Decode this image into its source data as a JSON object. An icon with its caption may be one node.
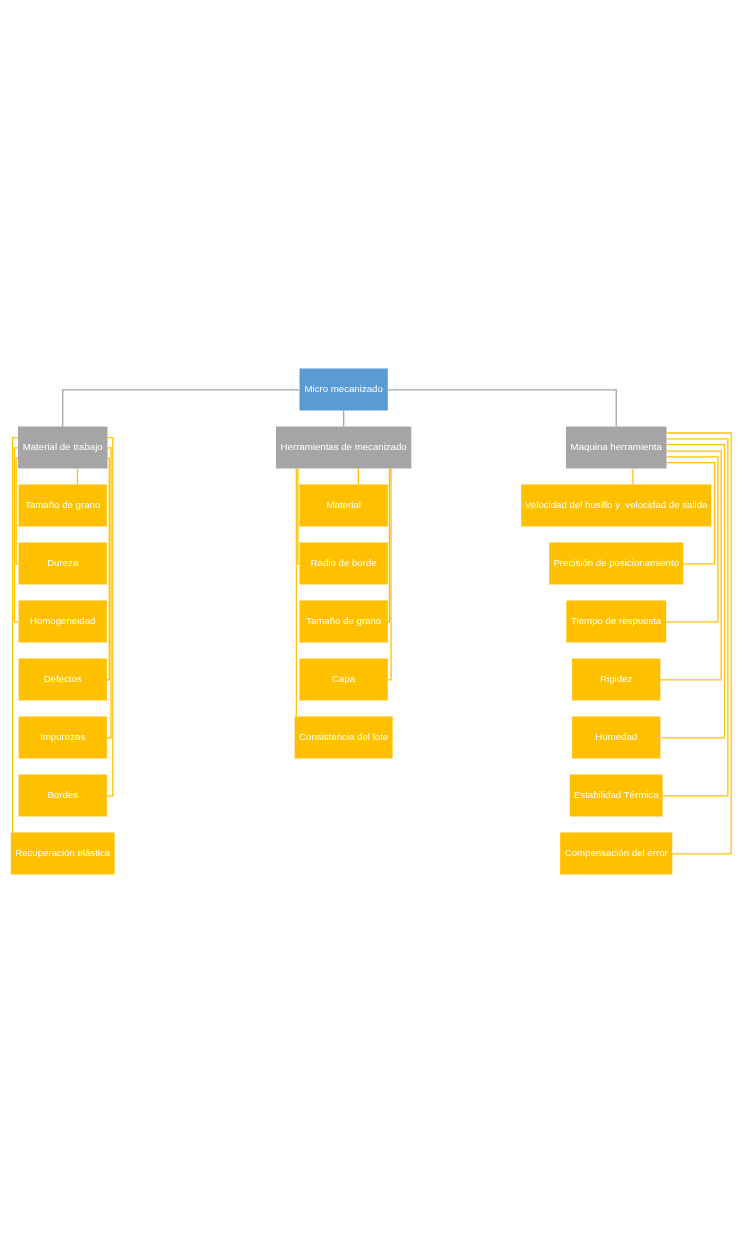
{
  "diagram": {
    "nodes": [
      {
        "text": [
          "Micro mecanizado"
        ]
      },
      {
        "text": [
          "Material de trabajo"
        ]
      },
      {
        "text": [
          "Herramientas de mecanizado"
        ]
      },
      {
        "text": [
          "Maquina herramienta"
        ]
      },
      {
        "text": [
          "Tamaño de grano"
        ]
      },
      {
        "text": [
          "Dureza"
        ]
      },
      {
        "text": [
          "Homogeneidad"
        ]
      },
      {
        "text": [
          "Defectos"
        ]
      },
      {
        "text": [
          "Impurezas"
        ]
      },
      {
        "text": [
          "Bordes"
        ]
      },
      {
        "text": [
          "Recuperación elástica"
        ]
      },
      {
        "text": [
          "Material"
        ]
      },
      {
        "text": [
          "Radio de borde"
        ]
      },
      {
        "text": [
          "Tamaño de grano"
        ]
      },
      {
        "text": [
          "Capa"
        ]
      },
      {
        "text": [
          "Consistencia del lote"
        ]
      },
      {
        "text": [
          "Velocidad del husillo y  velocidad de salida"
        ]
      },
      {
        "text": [
          "Precisión de posicionamiento"
        ]
      },
      {
        "text": [
          "Tiempo de respuesta"
        ]
      },
      {
        "text": [
          "Rigidez"
        ]
      },
      {
        "text": [
          "Humedad"
        ]
      },
      {
        "text": [
          "Estabilidad Térmica"
        ]
      },
      {
        "text": [
          "Compensación del error"
        ]
      }
    ],
    "edges": [
      {
        "from": 0,
        "to": 1,
        "arrow": "none",
        "color": "#a5a5a5"
      },
      {
        "from": 0,
        "to": 2,
        "arrow": "none",
        "color": "#a5a5a5"
      },
      {
        "from": 0,
        "to": 3,
        "arrow": "none",
        "color": "#a5a5a5"
      },
      {
        "from": 1,
        "to": 4,
        "arrow": "none"
      },
      {
        "from": 1,
        "to": 5,
        "arrow": "none"
      },
      {
        "from": 1,
        "to": 6,
        "arrow": "none"
      },
      {
        "from": 1,
        "to": 7,
        "arrow": "none"
      },
      {
        "from": 1,
        "to": 8,
        "arrow": "none"
      },
      {
        "from": 1,
        "to": 9,
        "arrow": "none"
      },
      {
        "from": 1,
        "to": 10,
        "arrow": "none"
      },
      {
        "from": 2,
        "to": 11,
        "arrow": "none"
      },
      {
        "from": 2,
        "to": 12,
        "arrow": "none"
      },
      {
        "from": 2,
        "to": 13,
        "arrow": "none"
      },
      {
        "from": 2,
        "to": 14,
        "arrow": "none"
      },
      {
        "from": 2,
        "to": 15,
        "arrow": "none"
      },
      {
        "from": 3,
        "to": 16,
        "arrow": "none"
      },
      {
        "from": 3,
        "to": 17,
        "arrow": "none"
      },
      {
        "from": 3,
        "to": 18,
        "arrow": "none"
      },
      {
        "from": 3,
        "to": 19,
        "arrow": "none"
      },
      {
        "from": 3,
        "to": 20,
        "arrow": "none"
      },
      {
        "from": 3,
        "to": 21,
        "arrow": "none"
      },
      {
        "from": 3,
        "to": 22,
        "arrow": "none"
      }
    ]
  }
}
